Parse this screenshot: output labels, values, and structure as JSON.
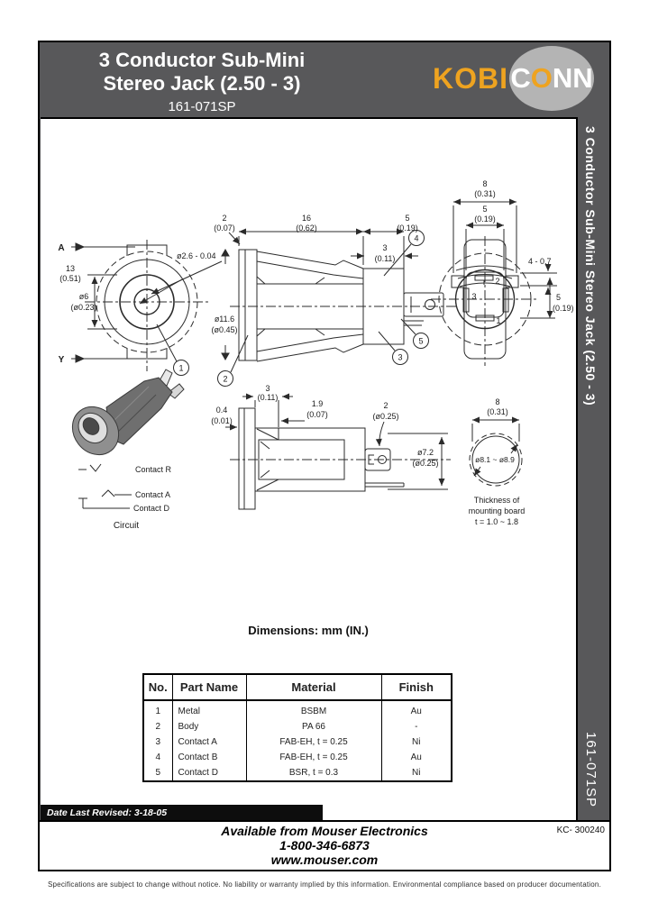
{
  "header": {
    "title_line1": "3 Conductor Sub-Mini",
    "title_line2": "Stereo Jack (2.50 - 3)",
    "part_number": "161-071SP",
    "logo": {
      "kobi": "KOBI",
      "conn_c": "C",
      "conn_o": "O",
      "conn_nn": "NN"
    }
  },
  "sidebar": {
    "title": "3 Conductor Sub-Mini Stereo Jack (2.50 - 3)",
    "part_number": "161-071SP"
  },
  "notes": {
    "dimensions": "Dimensions: mm (IN.)"
  },
  "front_view": {
    "dim_13": "13",
    "dim_13_in": "(0.51)",
    "dim_d6": "ø6",
    "dim_d6_in": "(ø0.23)",
    "dim_d26": "ø2.6 - 0.04",
    "marker_a": "A",
    "marker_y": "Y",
    "callout_1": "1"
  },
  "side_view": {
    "dim_2": "2",
    "dim_2_in": "(0.07)",
    "dim_16": "16",
    "dim_16_in": "(0.62)",
    "dim_5": "5",
    "dim_5_in": "(0.19)",
    "dim_3": "3",
    "dim_3_in": "(0.11)",
    "dim_d116": "ø11.6",
    "dim_d116_in": "(ø0.45)",
    "callout_2": "2",
    "callout_3": "3",
    "callout_4": "4",
    "callout_5": "5"
  },
  "rear_view": {
    "dim_8": "8",
    "dim_8_in": "(0.31)",
    "dim_5_top": "5",
    "dim_5_top_in": "(0.19)",
    "dim_4_07": "4 - 0.7",
    "dim_5_right": "5",
    "dim_5_right_in": "(0.19)",
    "pin_1": "1",
    "pin_2": "2",
    "pin_3": "3"
  },
  "circuit": {
    "contact_r": "Contact R",
    "contact_a": "Contact A",
    "contact_d": "Contact D",
    "title": "Circuit"
  },
  "section_view": {
    "dim_3": "3",
    "dim_3_in": "(0.11)",
    "dim_04": "0.4",
    "dim_04_in": "(0.01)",
    "dim_19": "1.9",
    "dim_19_in": "(0.07)",
    "dim_2": "2",
    "dim_2_in": "(ø0.25)",
    "dim_d72": "ø7.2",
    "dim_d72_in": "(ø0.25)"
  },
  "mounting_hole": {
    "dim_8": "8",
    "dim_8_in": "(0.31)",
    "dim_dia_range": "ø8.1 ~ ø8.9",
    "note1": "Thickness of",
    "note2": "mounting board",
    "note3": "t = 1.0 ~ 1.8"
  },
  "table": {
    "headers": [
      "No.",
      "Part Name",
      "Material",
      "Finish"
    ],
    "rows": [
      [
        "1",
        "Metal",
        "BSBM",
        "Au"
      ],
      [
        "2",
        "Body",
        "PA 66",
        "-"
      ],
      [
        "3",
        "Contact A",
        "FAB-EH, t = 0.25",
        "Ni"
      ],
      [
        "4",
        "Contact B",
        "FAB-EH, t = 0.25",
        "Au"
      ],
      [
        "5",
        "Contact D",
        "BSR, t = 0.3",
        "Ni"
      ]
    ]
  },
  "footer": {
    "date_revised": "Date Last Revised:  3-18-05",
    "available": "Available from Mouser Electronics",
    "phone": "1-800-346-6873",
    "website": "www.mouser.com",
    "doc_number": "KC- 300240",
    "disclaimer": "Specifications are subject to change without notice. No liability or warranty implied by this information. Environmental compliance based on producer documentation."
  }
}
